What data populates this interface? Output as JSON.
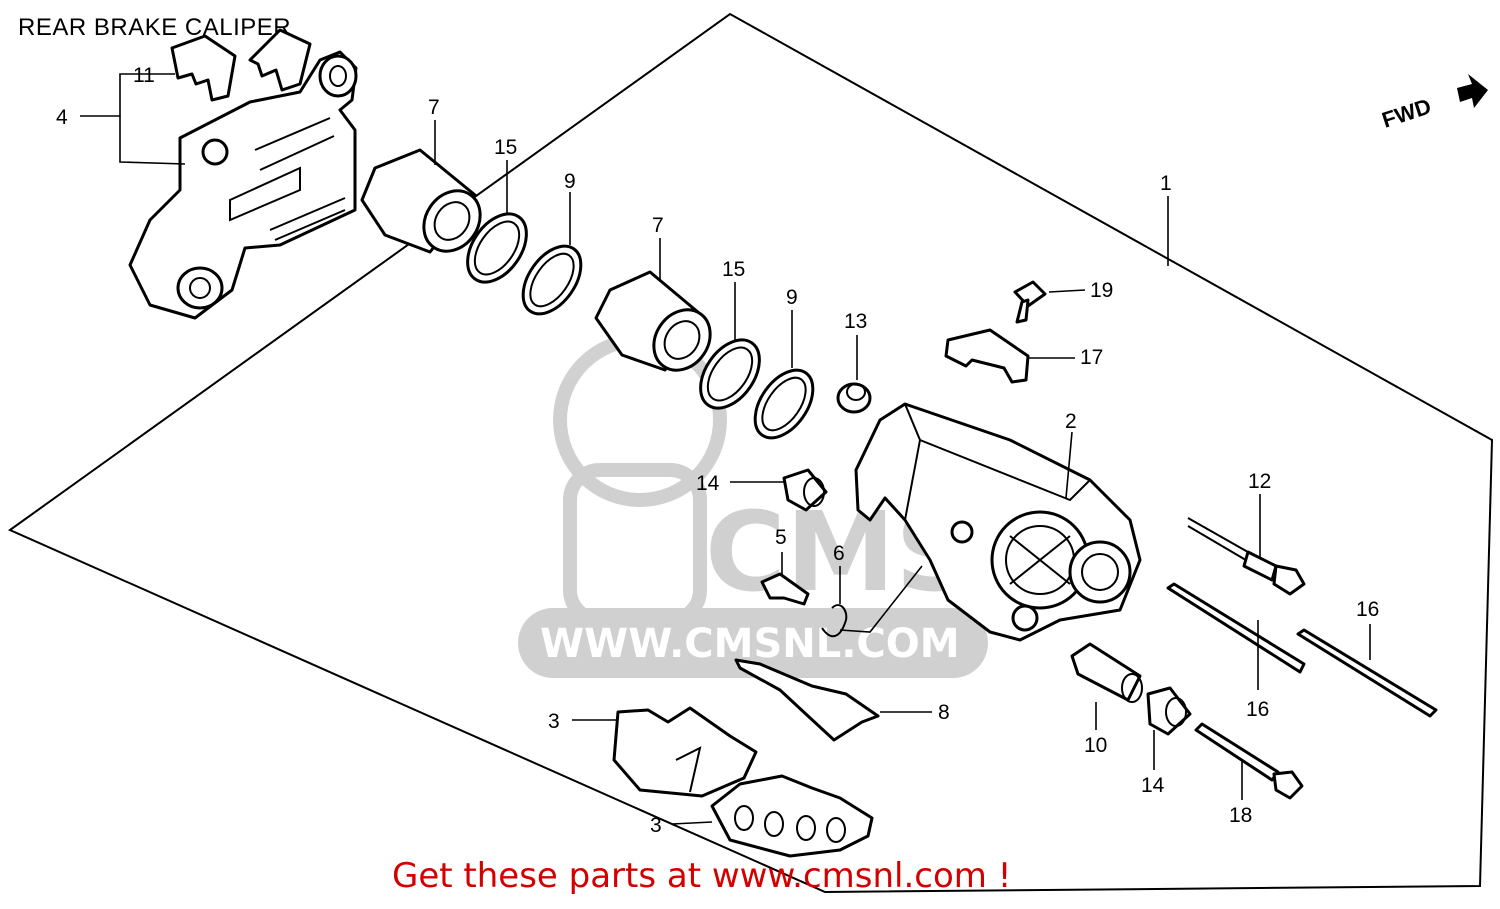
{
  "title": "REAR BRAKE CALIPER",
  "footer": "Get these parts at www.cmsnl.com !",
  "direction_label": "FWD",
  "watermark": {
    "brand": "CMS",
    "url": "WWW.CMSNL.COM"
  },
  "callouts": {
    "p1": "1",
    "p2": "2",
    "p3a": "3",
    "p3b": "3",
    "p4": "4",
    "p5": "5",
    "p6": "6",
    "p7a": "7",
    "p7b": "7",
    "p8": "8",
    "p9a": "9",
    "p9b": "9",
    "p10": "10",
    "p11": "11",
    "p12": "12",
    "p13": "13",
    "p14a": "14",
    "p14b": "14",
    "p15a": "15",
    "p15b": "15",
    "p16a": "16",
    "p16b": "16",
    "p17": "17",
    "p18": "18",
    "p19": "19"
  }
}
